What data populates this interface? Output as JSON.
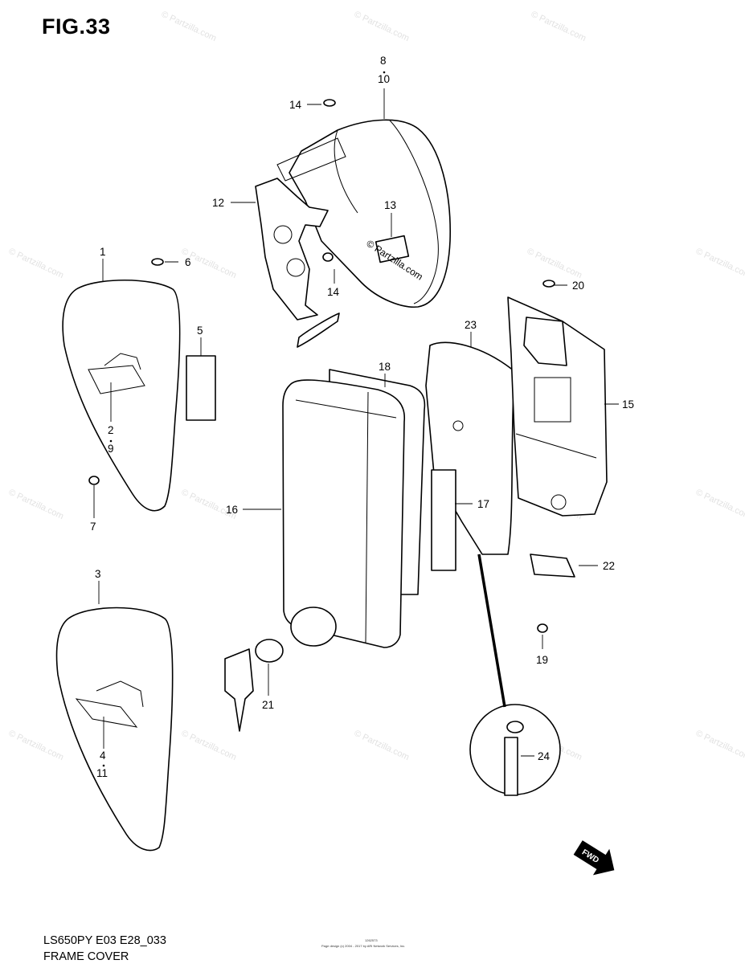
{
  "figure": {
    "title": "FIG.33",
    "model_code": "LS650PY E03 E28_033",
    "group_name": "FRAME COVER",
    "tiny_code": "1262573",
    "tiny_copyright": "Page design (c) 2004 - 2017 by ARI Network Services, Inc."
  },
  "watermark": {
    "text": "© Partzilla.com"
  },
  "callouts": {
    "c1": "1",
    "c2": "2",
    "c3": "3",
    "c4": "4",
    "c5": "5",
    "c6": "6",
    "c7": "7",
    "c8": "8",
    "c9": "9",
    "c10": "10",
    "c11": "11",
    "c12": "12",
    "c13": "13",
    "c14a": "14",
    "c14b": "14",
    "c15": "15",
    "c16": "16",
    "c17": "17",
    "c18": "18",
    "c19": "19",
    "c20": "20",
    "c21": "21",
    "c22": "22",
    "c23": "23",
    "c24": "24"
  },
  "arrow": {
    "label": "FWD",
    "icon": "forward-arrow-icon"
  }
}
